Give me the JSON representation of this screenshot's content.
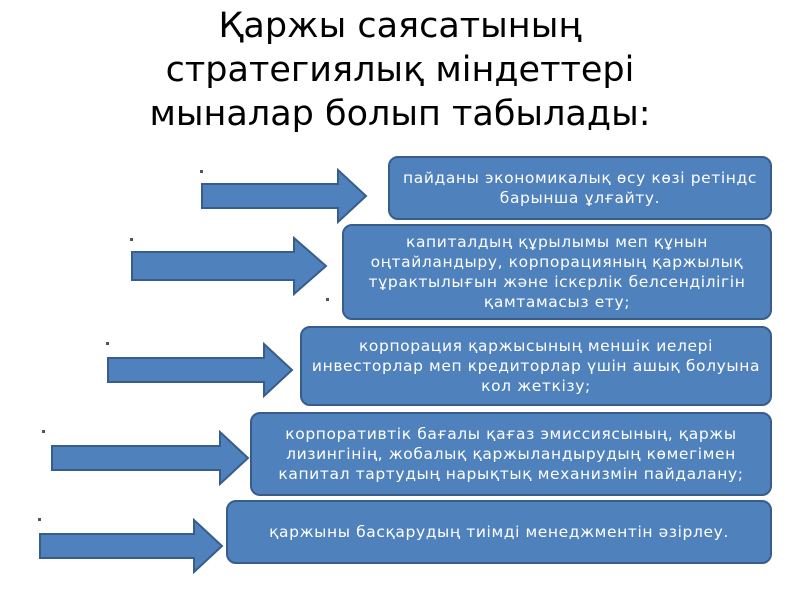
{
  "title": {
    "line1": "Қаржы саясатының",
    "line2": "стратегиялық міндеттері",
    "line3": "мыналар болып табылады:"
  },
  "colors": {
    "box_fill": "#4f81bd",
    "box_border": "#385d8a",
    "arrow_fill": "#4f81bd",
    "arrow_stroke": "#385d8a",
    "text_on_box": "#ffffff"
  },
  "items": [
    {
      "text": "пайданы экономикалық өсу көзі ретіндс барынша ұлғайту."
    },
    {
      "text": "капиталдың құрылымы меп құнын оңтайландыру, корпорацияның қаржылық тұрактылығын және іскєрлік белсенділігін қамтамасыз ету;"
    },
    {
      "text": "корпорация қаржысының меншік иелері инвесторлар меп кредиторлар үшін ашық болуына кол жеткізу;"
    },
    {
      "text": "корпоративтік бағалы қағаз эмиссиясының, қаржы лизингінің, жобалық қаржыландырудың көмегімен капитал тартудың нарықтық механизмін пайдалану;"
    },
    {
      "text": "қаржыны басқарудың тиімді менеджментін әзірлеу."
    }
  ]
}
